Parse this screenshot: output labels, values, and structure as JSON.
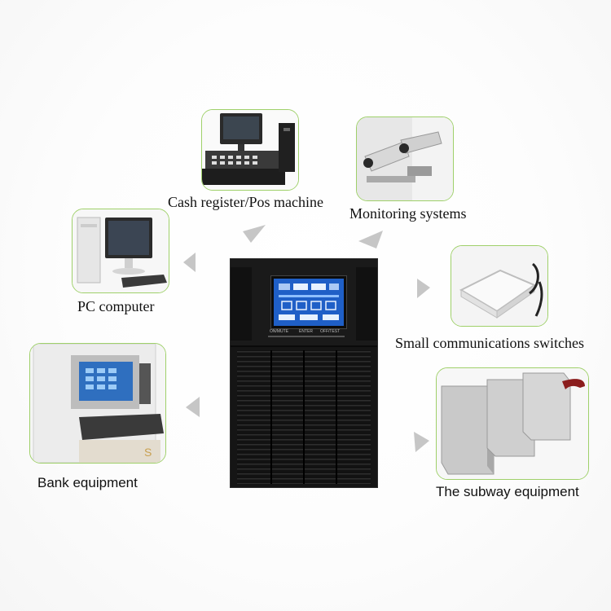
{
  "labels": {
    "cash_register": "Cash register/Pos machine",
    "monitoring": "Monitoring systems",
    "pc": "PC computer",
    "switches": "Small communications switches",
    "bank": "Bank equipment",
    "subway": "The subway equipment"
  },
  "ups": {
    "button_labels": [
      "ON/MUTE",
      "ENTER",
      "OFF/TEST"
    ]
  },
  "colors": {
    "frame_border": "#9fd06a",
    "arrow": "#c6c6c6",
    "ups_body": "#151515",
    "lcd": "#1f5fc7"
  },
  "icons": [
    "pos-machine-icon",
    "cctv-camera-icon",
    "pc-monitor-icon",
    "network-switch-icon",
    "atm-icon",
    "subway-gate-icon",
    "ups-device-icon"
  ]
}
